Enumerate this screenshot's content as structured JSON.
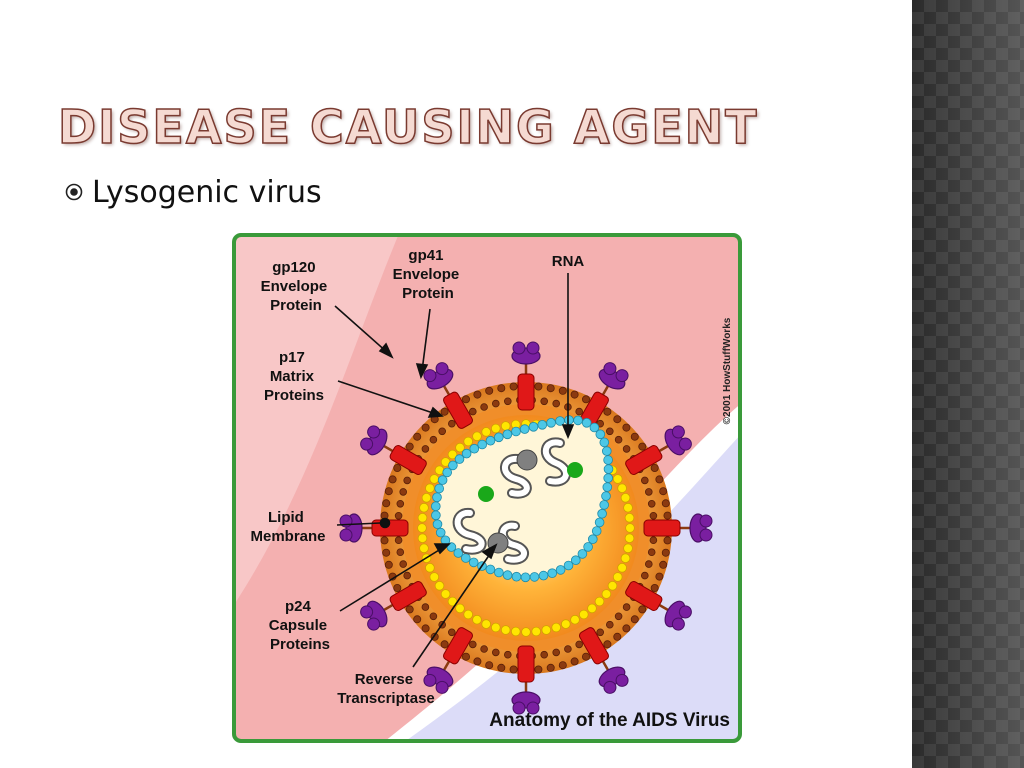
{
  "slide": {
    "title": "Disease Causing Agent",
    "bullets": [
      {
        "icon": "circled-dot-bullet-icon",
        "text": "Lysogenic virus"
      }
    ]
  },
  "figure": {
    "caption": "Anatomy of the AIDS Virus",
    "copyright": "©2001 HowStuffWorks",
    "labels": {
      "gp120": [
        "gp120",
        "Envelope",
        "Protein"
      ],
      "gp41": [
        "gp41",
        "Envelope",
        "Protein"
      ],
      "rna": [
        "RNA"
      ],
      "p17": [
        "p17",
        "Matrix",
        "Proteins"
      ],
      "lipid": [
        "Lipid",
        "Membrane"
      ],
      "p24": [
        "p24",
        "Capsule",
        "Proteins"
      ],
      "rt": [
        "Reverse",
        "Transcriptase"
      ]
    },
    "colors": {
      "border": "#3a9a3a",
      "background_pink": "#f4b0b0",
      "background_lavender": "#dcdcf8",
      "lipid_membrane": "#e58a26",
      "membrane_dots": "#8b3a10",
      "envelope_protein_stem": "#e01818",
      "envelope_protein_head": "#7a1fa0",
      "matrix_dots": "#ffe600",
      "capsid_dots": "#4cc7e6",
      "core_fill": "#fff6d8",
      "reverse_transcriptase": "#808080",
      "green_particles": "#1aa81a"
    }
  }
}
